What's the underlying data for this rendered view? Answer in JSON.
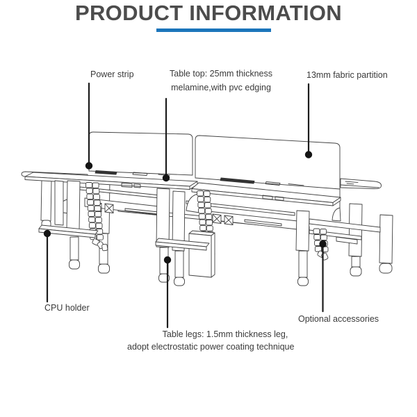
{
  "header": {
    "title": "PRODUCT INFORMATION",
    "accent_color": "#1b75bb"
  },
  "callouts": {
    "power_strip": "Power strip",
    "table_top_line1": "Table top: 25mm thickness",
    "table_top_line2": "melamine,with pvc edging",
    "fabric_partition": "13mm fabric partition",
    "cpu_holder": "CPU holder",
    "table_legs_line1": "Table legs: 1.5mm thickness leg,",
    "table_legs_line2": "adopt electrostatic power coating technique",
    "optional_accessories": "Optional accessories"
  }
}
